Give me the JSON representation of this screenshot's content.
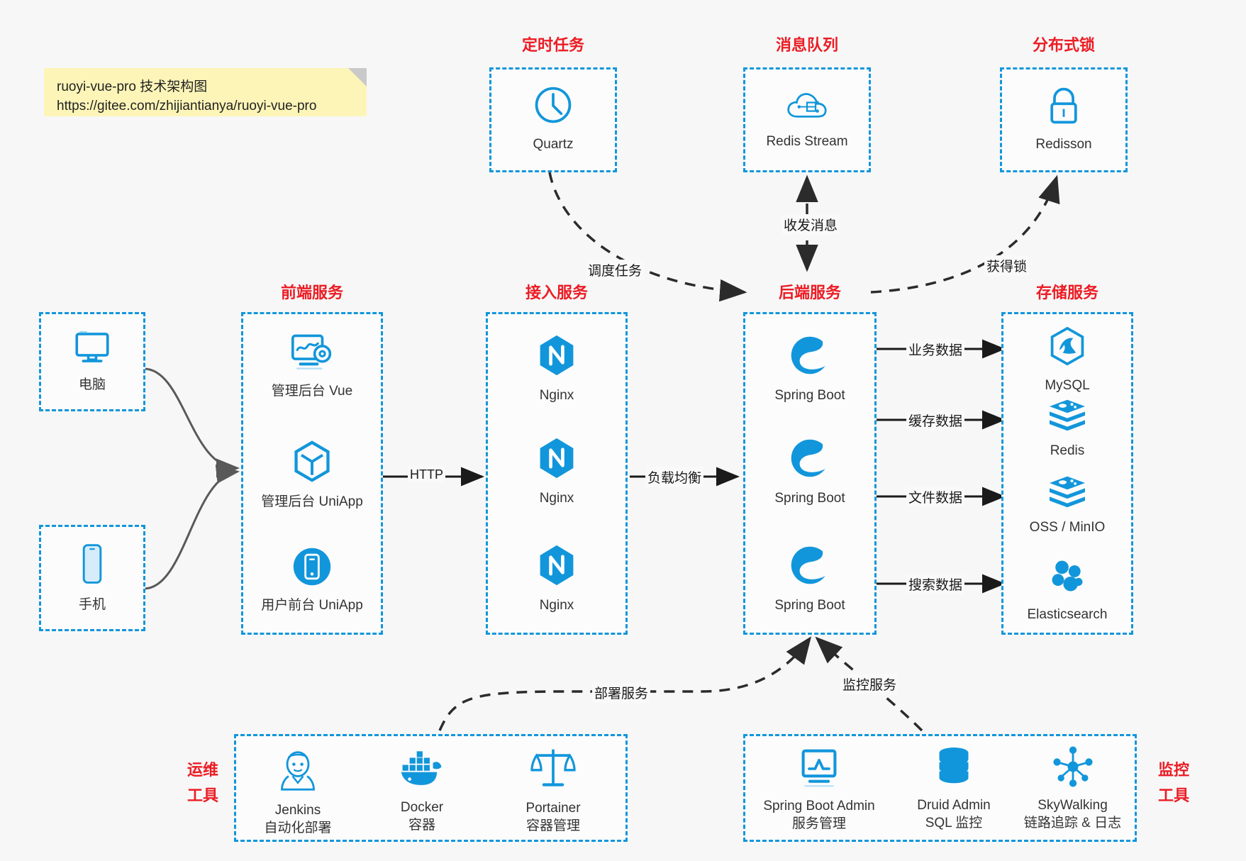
{
  "note": {
    "line1": "ruoyi-vue-pro 技术架构图",
    "line2": "https://gitee.com/zhijiantianya/ruoyi-vue-pro"
  },
  "colors": {
    "accent": "#1296db",
    "title": "#ec1c24",
    "text": "#333333",
    "background": "#f7f7f7",
    "note": "#fdf5b8",
    "arrow": "#1a1a1a",
    "curve": "#595959"
  },
  "groups": {
    "scheduler": {
      "title": "定时任务",
      "nodes": [
        {
          "label": "Quartz",
          "icon": "clock-icon"
        }
      ]
    },
    "mq": {
      "title": "消息队列",
      "nodes": [
        {
          "label": "Redis Stream",
          "icon": "cloud-stream-icon"
        }
      ]
    },
    "lock": {
      "title": "分布式锁",
      "nodes": [
        {
          "label": "Redisson",
          "icon": "lock-icon"
        }
      ]
    },
    "clients": {
      "nodes": [
        {
          "label": "电脑",
          "icon": "desktop-icon"
        },
        {
          "label": "手机",
          "icon": "mobile-icon"
        }
      ]
    },
    "frontend": {
      "title": "前端服务",
      "nodes": [
        {
          "label": "管理后台 Vue",
          "icon": "dashboard-gear-icon"
        },
        {
          "label": "管理后台 UniApp",
          "icon": "hexagon-cube-icon"
        },
        {
          "label": "用户前台 UniApp",
          "icon": "mobile-circle-icon"
        }
      ]
    },
    "gateway": {
      "title": "接入服务",
      "nodes": [
        {
          "label": "Nginx",
          "icon": "nginx-icon"
        },
        {
          "label": "Nginx",
          "icon": "nginx-icon"
        },
        {
          "label": "Nginx",
          "icon": "nginx-icon"
        }
      ]
    },
    "backend": {
      "title": "后端服务",
      "nodes": [
        {
          "label": "Spring Boot",
          "icon": "spring-icon"
        },
        {
          "label": "Spring Boot",
          "icon": "spring-icon"
        },
        {
          "label": "Spring Boot",
          "icon": "spring-icon"
        }
      ]
    },
    "storage": {
      "title": "存储服务",
      "nodes": [
        {
          "label": "MySQL",
          "icon": "mysql-icon"
        },
        {
          "label": "Redis",
          "icon": "redis-icon"
        },
        {
          "label": "OSS / MinIO",
          "icon": "redis-icon"
        },
        {
          "label": "Elasticsearch",
          "icon": "elasticsearch-icon"
        }
      ]
    },
    "devops": {
      "title_line1": "运维",
      "title_line2": "工具",
      "nodes": [
        {
          "label": "Jenkins",
          "sub": "自动化部署",
          "icon": "jenkins-icon"
        },
        {
          "label": "Docker",
          "sub": "容器",
          "icon": "docker-icon"
        },
        {
          "label": "Portainer",
          "sub": "容器管理",
          "icon": "scales-icon"
        }
      ]
    },
    "monitor": {
      "title_line1": "监控",
      "title_line2": "工具",
      "nodes": [
        {
          "label": "Spring Boot Admin",
          "sub": "服务管理",
          "icon": "monitor-chart-icon"
        },
        {
          "label": "Druid Admin",
          "sub": "SQL 监控",
          "icon": "database-icon"
        },
        {
          "label": "SkyWalking",
          "sub": "链路追踪 & 日志",
          "icon": "skywalking-icon"
        }
      ]
    }
  },
  "edges": {
    "http": "HTTP",
    "load_balance": "负载均衡",
    "schedule_task": "调度任务",
    "mq_message": "收发消息",
    "acquire_lock": "获得锁",
    "biz_data": "业务数据",
    "cache_data": "缓存数据",
    "file_data": "文件数据",
    "search_data": "搜索数据",
    "deploy_service": "部署服务",
    "monitor_service": "监控服务"
  }
}
